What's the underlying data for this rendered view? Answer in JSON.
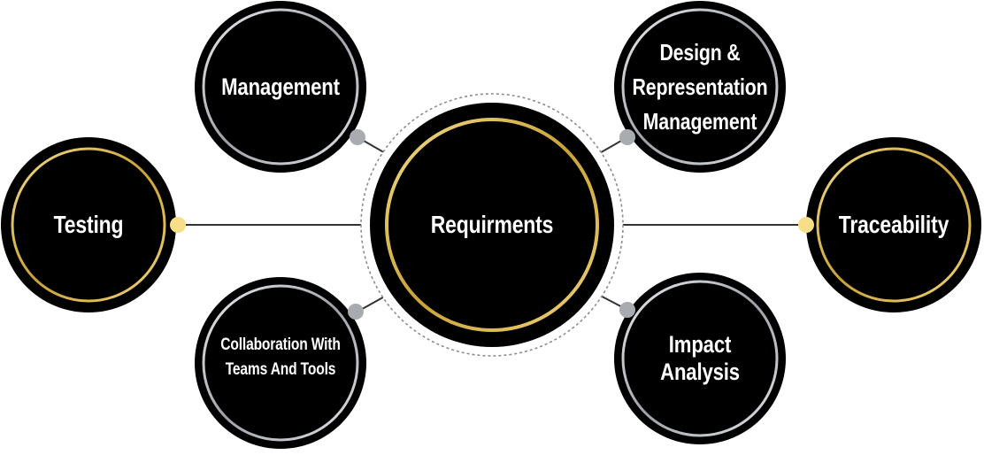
{
  "center": {
    "label": "Requirments"
  },
  "nodes": {
    "management": {
      "label": "Management"
    },
    "design": {
      "label": "Design &\nRepresentation\nManagement"
    },
    "testing": {
      "label": "Testing"
    },
    "traceability": {
      "label": "Traceability"
    },
    "collaboration": {
      "label": "Collaboration With\nTeams And Tools"
    },
    "impact": {
      "label": "Impact Analysis"
    }
  },
  "colors": {
    "circle_fill": "#000000",
    "gold_ring": "#d9b94e",
    "silver_ring": "#b9bdc4",
    "gold_dot": "#f6df86",
    "silver_dot": "#a8abb0",
    "connector": "#333333",
    "dashed_ring": "#8c8c8c"
  }
}
